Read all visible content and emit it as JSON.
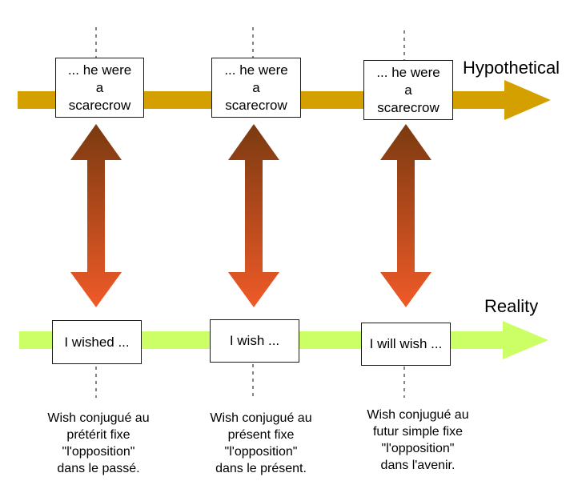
{
  "labels": {
    "hypothetical": "Hypothetical",
    "reality": "Reality"
  },
  "columns": [
    {
      "hypothetical_text": "... he were\na\nscarecrow",
      "reality_text": "I wished ...",
      "caption": "Wish conjugué au\nprétérit fixe\n\"l'opposition\"\ndans le passé."
    },
    {
      "hypothetical_text": "... he were\na\nscarecrow",
      "reality_text": "I wish ...",
      "caption": "Wish conjugué au\nprésent fixe\n\"l'opposition\"\ndans le présent."
    },
    {
      "hypothetical_text": "... he were\na\nscarecrow",
      "reality_text": "I will wish ...",
      "caption": "Wish conjugué au\nfutur simple fixe\n\"l'opposition\"\ndans l'avenir."
    }
  ],
  "colors": {
    "hypothetical_line": "#D4A000",
    "reality_line": "#CCFF66",
    "arrow_top": "#7A3A10",
    "arrow_bottom": "#F05A28",
    "box_border": "#1a1a1a"
  }
}
